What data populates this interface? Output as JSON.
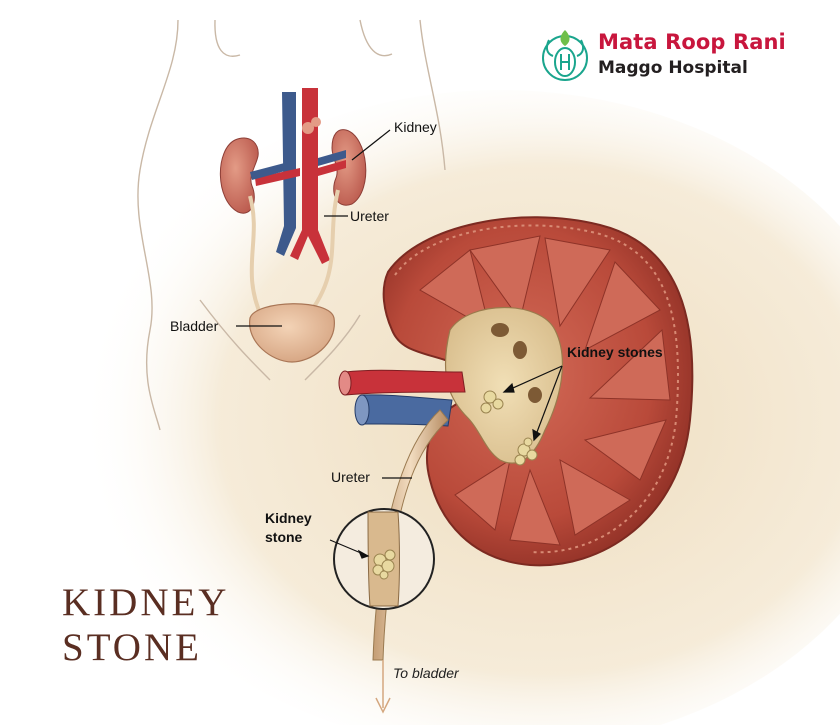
{
  "brand": {
    "name": "Mata Roop Rani",
    "subtitle": "Maggo Hospital",
    "colors": {
      "name": "#c8163d",
      "logo": "#1aa58d"
    }
  },
  "labels": {
    "kidney": "Kidney",
    "ureter_top": "Ureter",
    "bladder": "Bladder",
    "kidney_stones": "Kidney stones",
    "ureter_main": "Ureter",
    "kidney_stone_line1": "Kidney",
    "kidney_stone_line2": "stone",
    "to_bladder": "To bladder"
  },
  "title": {
    "line1": "KIDNEY",
    "line2": "STONE"
  },
  "colors": {
    "background_wash": "#f1e3c8",
    "kidney_tissue": "#b94a3a",
    "artery": "#c8323a",
    "vein": "#3d5a8c",
    "stone": "#e8d9a0",
    "title": "#5a2e22"
  }
}
